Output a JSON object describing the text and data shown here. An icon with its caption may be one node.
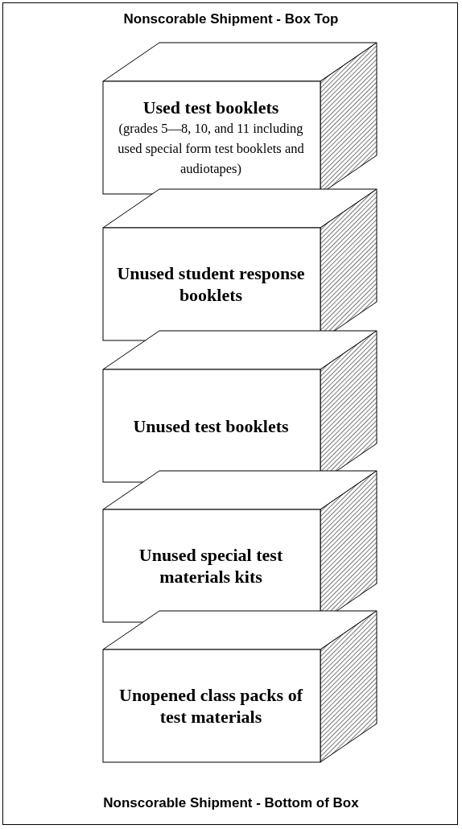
{
  "diagram": {
    "title": "Nonscorable Shipment - Box Top",
    "caption": "Nonscorable Shipment - Bottom of Box",
    "nodes": [
      {
        "text": [
          "Used test booklets",
          "(grades 5—8, 10, and 11 including used special form test booklets and audiotapes)"
        ]
      },
      {
        "text": [
          "Unused student response booklets"
        ]
      },
      {
        "text": [
          "Unused test booklets"
        ]
      },
      {
        "text": [
          "Unused special test materials kits"
        ]
      },
      {
        "text": [
          "Unopened class packs of test materials"
        ]
      }
    ]
  }
}
